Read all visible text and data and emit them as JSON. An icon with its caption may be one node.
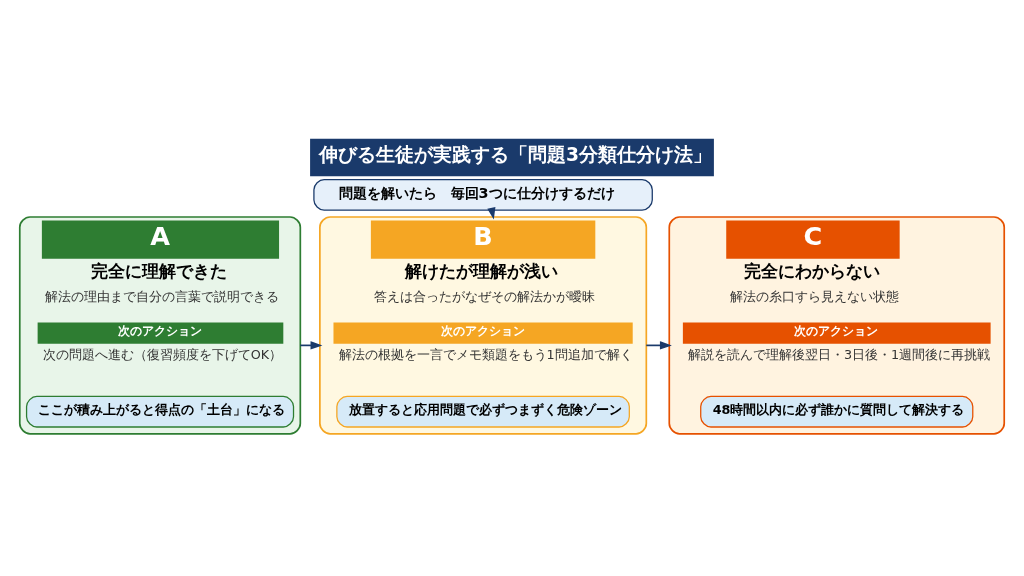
{
  "diagram": {
    "title": "伸びる生徒が実践する「問題3分類仕分け法」",
    "nodes": [
      {
        "text": [
          "問題を解いたら　毎回3つに仕分けするだけ"
        ]
      },
      {
        "text": [
          "A",
          "完全に理解できた",
          "解法の理由まで自分の言葉で説明できる"
        ]
      },
      {
        "text": [
          "次のアクション"
        ],
        "beside": [
          "次の問題へ進む（復習頻度を下げてOK）"
        ],
        "in": 1
      },
      {
        "text": [
          "ここが積み上がると得点の「土台」になる"
        ],
        "in": 1
      },
      {
        "text": [
          "B",
          "解けたが理解が浅い",
          "答えは合ったがなぜその解法かが曖昧"
        ]
      },
      {
        "text": [
          "次のアクション"
        ],
        "beside": [
          "解法の根拠を一言でメモ類題をもう1問追加で解く"
        ],
        "in": 4
      },
      {
        "text": [
          "放置すると応用問題で必ずつまずく危険ゾーン"
        ],
        "in": 4
      },
      {
        "text": [
          "C",
          "完全にわからない",
          "解法の糸口すら見えない状態"
        ]
      },
      {
        "text": [
          "次のアクション"
        ],
        "beside": [
          "解説を読んで理解後翌日・3日後・1週間後に再挑戦"
        ],
        "in": 7
      },
      {
        "text": [
          "48時間以内に必ず誰かに質問して解決する"
        ],
        "in": 7
      }
    ],
    "edges": [
      {
        "from": 0,
        "to": 4,
        "arrow": "to"
      },
      {
        "from": 1,
        "to": 4,
        "arrow": "to"
      },
      {
        "from": 4,
        "to": 7,
        "arrow": "to"
      }
    ]
  }
}
